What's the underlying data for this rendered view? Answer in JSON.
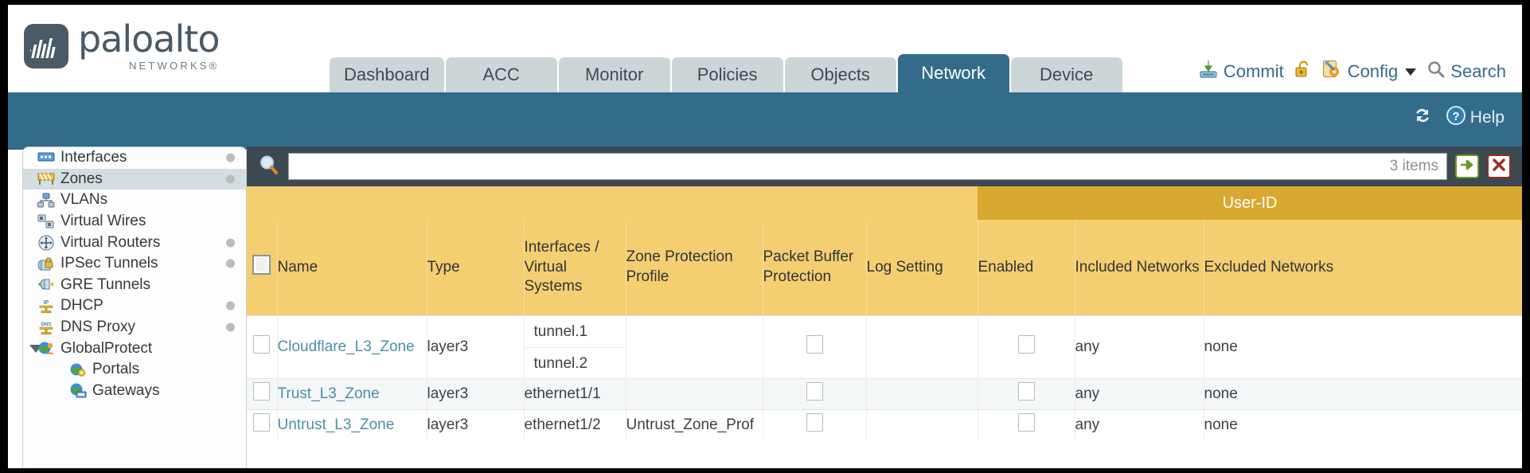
{
  "brand": {
    "word": "paloalto",
    "sub": "NETWORKS®",
    "logo_icon": "paloalto-waveform-logo"
  },
  "nav": {
    "tabs": [
      {
        "label": "Dashboard",
        "selected": false
      },
      {
        "label": "ACC",
        "selected": false
      },
      {
        "label": "Monitor",
        "selected": false
      },
      {
        "label": "Policies",
        "selected": false
      },
      {
        "label": "Objects",
        "selected": false
      },
      {
        "label": "Network",
        "selected": true
      },
      {
        "label": "Device",
        "selected": false
      }
    ],
    "utilities": [
      {
        "label": "Commit",
        "icon": "commit-save-icon"
      },
      {
        "label": "",
        "icon": "padlock-unlocked-icon"
      },
      {
        "label": "Config",
        "icon": "config-wrench-icon",
        "caret": true
      },
      {
        "label": "Search",
        "icon": "search-magnifier-icon"
      }
    ]
  },
  "subbar": {
    "refresh_icon": "refresh-icon",
    "help_label": "Help",
    "help_icon": "help-question-icon"
  },
  "sidebar": {
    "items": [
      {
        "label": "Interfaces",
        "icon": "interfaces-icon",
        "dot": true,
        "selected": false,
        "child": false,
        "expander": false
      },
      {
        "label": "Zones",
        "icon": "zones-icon",
        "dot": true,
        "selected": true,
        "child": false,
        "expander": false
      },
      {
        "label": "VLANs",
        "icon": "vlans-icon",
        "dot": false,
        "selected": false,
        "child": false,
        "expander": false
      },
      {
        "label": "Virtual Wires",
        "icon": "virtual-wires-icon",
        "dot": false,
        "selected": false,
        "child": false,
        "expander": false
      },
      {
        "label": "Virtual Routers",
        "icon": "virtual-routers-icon",
        "dot": true,
        "selected": false,
        "child": false,
        "expander": false
      },
      {
        "label": "IPSec Tunnels",
        "icon": "ipsec-tunnels-icon",
        "dot": true,
        "selected": false,
        "child": false,
        "expander": false
      },
      {
        "label": "GRE Tunnels",
        "icon": "gre-tunnels-icon",
        "dot": false,
        "selected": false,
        "child": false,
        "expander": false
      },
      {
        "label": "DHCP",
        "icon": "dhcp-icon",
        "dot": true,
        "selected": false,
        "child": false,
        "expander": false
      },
      {
        "label": "DNS Proxy",
        "icon": "dns-proxy-icon",
        "dot": true,
        "selected": false,
        "child": false,
        "expander": false
      },
      {
        "label": "GlobalProtect",
        "icon": "globalprotect-icon",
        "dot": false,
        "selected": false,
        "child": false,
        "expander": true
      },
      {
        "label": "Portals",
        "icon": "portals-icon",
        "dot": false,
        "selected": false,
        "child": true,
        "expander": false
      },
      {
        "label": "Gateways",
        "icon": "gateways-icon",
        "dot": false,
        "selected": false,
        "child": true,
        "expander": false
      }
    ]
  },
  "search": {
    "icon": "search-magnifier-icon",
    "value": "",
    "placeholder": "",
    "item_count": "3 items",
    "apply_icon": "green-arrow-apply-icon",
    "clear_icon": "red-x-clear-icon"
  },
  "table": {
    "group_header": {
      "label": "User-ID",
      "span": 3
    },
    "columns": [
      "Name",
      "Type",
      "Interfaces / Virtual Systems",
      "Zone Protection Profile",
      "Packet Buffer Protection",
      "Log Setting",
      "Enabled",
      "Included Networks",
      "Excluded Networks"
    ],
    "select_all_checkbox": false,
    "rows": [
      {
        "checked": false,
        "name": "Cloudflare_L3_Zone",
        "type": "layer3",
        "interfaces": [
          "tunnel.1",
          "tunnel.2"
        ],
        "zone_protection_profile": "",
        "packet_buffer_protection": false,
        "log_setting": "",
        "userid_enabled": false,
        "included_networks": "any",
        "excluded_networks": "none"
      },
      {
        "checked": false,
        "name": "Trust_L3_Zone",
        "type": "layer3",
        "interfaces": [
          "ethernet1/1"
        ],
        "zone_protection_profile": "",
        "packet_buffer_protection": false,
        "log_setting": "",
        "userid_enabled": false,
        "included_networks": "any",
        "excluded_networks": "none"
      },
      {
        "checked": false,
        "name": "Untrust_L3_Zone",
        "type": "layer3",
        "interfaces": [
          "ethernet1/2"
        ],
        "zone_protection_profile": "Untrust_Zone_Prof",
        "packet_buffer_protection": false,
        "log_setting": "",
        "userid_enabled": false,
        "included_networks": "any",
        "excluded_networks": "none"
      }
    ]
  },
  "colors": {
    "brand_teal": "#336c8b",
    "tab_inactive": "#ccd6d8",
    "header_gold": "#f5ce72",
    "group_gold": "#d8a831",
    "toolbar_dark": "#3c4952",
    "link_blue": "#4a8fa8"
  }
}
